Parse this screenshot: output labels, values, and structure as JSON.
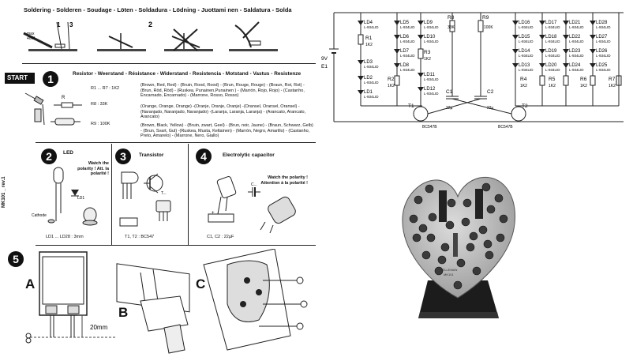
{
  "header": {
    "soldering": "Soldering - Solderen - Soudage - Löten - Soldadura - Lödning - Juottami nen - Saldatura - Solda",
    "iron_label_1": "max",
    "iron_label_2": "40W",
    "step1": "1",
    "step3": "3",
    "step2": "2"
  },
  "start": {
    "label": "START",
    "step_num": "1",
    "resistor_title": "Resistor - Weerstand - Résistance - Widerstand - Resistencia - Motstand - Vastus - Resistenze",
    "r_label": "R",
    "rows": [
      {
        "ref": "R1 ... R7 : 1K2",
        "colors": "(Brown, Red, Red) - (Bruin, Rood, Rood) - (Brun, Rouge, Rouge) - (Braun, Rot, Rot) - (Brun, Röd, Röd) - (Ruskea, Punainen,Punainen ) - (Marrón, Rojo, Rojo) - (Castanho, Encarnado, Encarnado) - (Marrone, Rosso, Rosso)"
      },
      {
        "ref": "R8 : 33K",
        "colors": "(Orange, Orange, Orange) -(Oranje, Oranje, Oranje) -(Oransel, Oransel, Oransel) - (Naranjado, Naranjado, Naranjado) -(Laranja, Laranja, Laranja) - (Arancato, Arancato, Arancato)"
      },
      {
        "ref": "R9 : 100K",
        "colors": "(Brown, Black, Yellow) - (Bruin, zwart, Geel) - (Brun, noir, Jaune) - (Braun, Schwarz, Gelb) - (Brun, Svart, Gul) -(Ruskea, Musta, Keltainen) - (Marrón, Negro, Amarillo) - (Castanho, Preto, Amarelo) - (Marrone, Nero, Giallo)"
      }
    ]
  },
  "side_label": "MK101 _ rev.1",
  "steps": {
    "led": {
      "num": "2",
      "title": "LED",
      "polarity": "Watch the polarity ! Att. la polarité !",
      "cathode": "Cathode",
      "ld": "LD1",
      "caption": "LD1 ... LD28 : 3mm"
    },
    "transistor": {
      "num": "3",
      "title": "Transistor",
      "t": "T...",
      "caption": "T1, T2 : BC547"
    },
    "capacitor": {
      "num": "4",
      "title": "Electrolytic capacitor",
      "polarity": "Watch the polarity ! Attention à la polarité !",
      "c": "C...",
      "caption": "C1, C2 : 22µF"
    },
    "mount": {
      "num": "5",
      "a": "A",
      "b": "B",
      "c": "C",
      "dim": "20mm"
    }
  },
  "schematic": {
    "battery": "E1",
    "battery_v": "9V",
    "r8": "R8",
    "r8v": "33K",
    "r9": "R9",
    "r9v": "100K",
    "r1": "R1",
    "r1v": "1K2",
    "r2": "R2",
    "r2v": "1K2",
    "r3": "R3",
    "r3v": "1K2",
    "r4": "R4",
    "r4v": "1K2",
    "r5": "R5",
    "r5v": "1K2",
    "r6": "R6",
    "r6v": "1K2",
    "r7": "R7",
    "r7v": "1K2",
    "c1": "C1",
    "c1v": "22µ",
    "c2": "C2",
    "c2v": "22µ",
    "t1": "T1",
    "t1v": "BC547B",
    "t2": "T2",
    "t2v": "BC547B",
    "led_type": "L-934LID",
    "leds_a": [
      "LD4",
      "LD3",
      "LD2",
      "LD1"
    ],
    "leds_b": [
      "LD5",
      "LD6",
      "LD7",
      "LD8"
    ],
    "leds_c": [
      "LD9",
      "LD10",
      "LD11",
      "LD12"
    ],
    "leds_d": [
      "LD16",
      "LD15",
      "LD14",
      "LD13"
    ],
    "leds_e": [
      "LD17",
      "LD18",
      "LD19",
      "LD20"
    ],
    "leds_f": [
      "LD21",
      "LD22",
      "LD23",
      "LD24"
    ],
    "leds_g": [
      "LD28",
      "LD27",
      "LD26",
      "LD25"
    ]
  },
  "photo": {
    "board_text_1": "VELLEMAN",
    "board_text_2": "MK101"
  }
}
